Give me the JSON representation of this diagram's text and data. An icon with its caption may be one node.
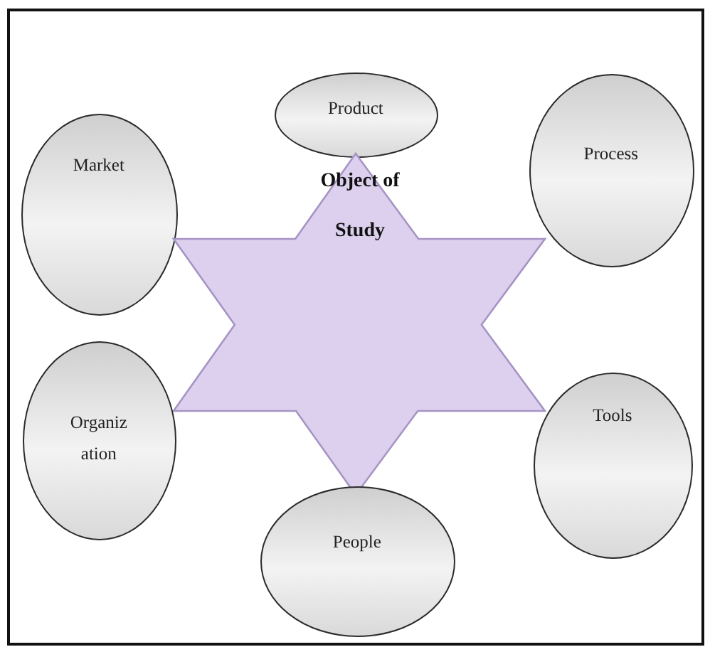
{
  "diagram": {
    "nodes": [
      {
        "text": [
          "Product"
        ]
      },
      {
        "text": [
          "Market"
        ]
      },
      {
        "text": [
          "Process"
        ]
      },
      {
        "text": [
          "Object of Study"
        ]
      },
      {
        "text": [
          "Organiz ation"
        ]
      },
      {
        "text": [
          "Tools"
        ]
      },
      {
        "text": [
          "People"
        ]
      }
    ]
  }
}
